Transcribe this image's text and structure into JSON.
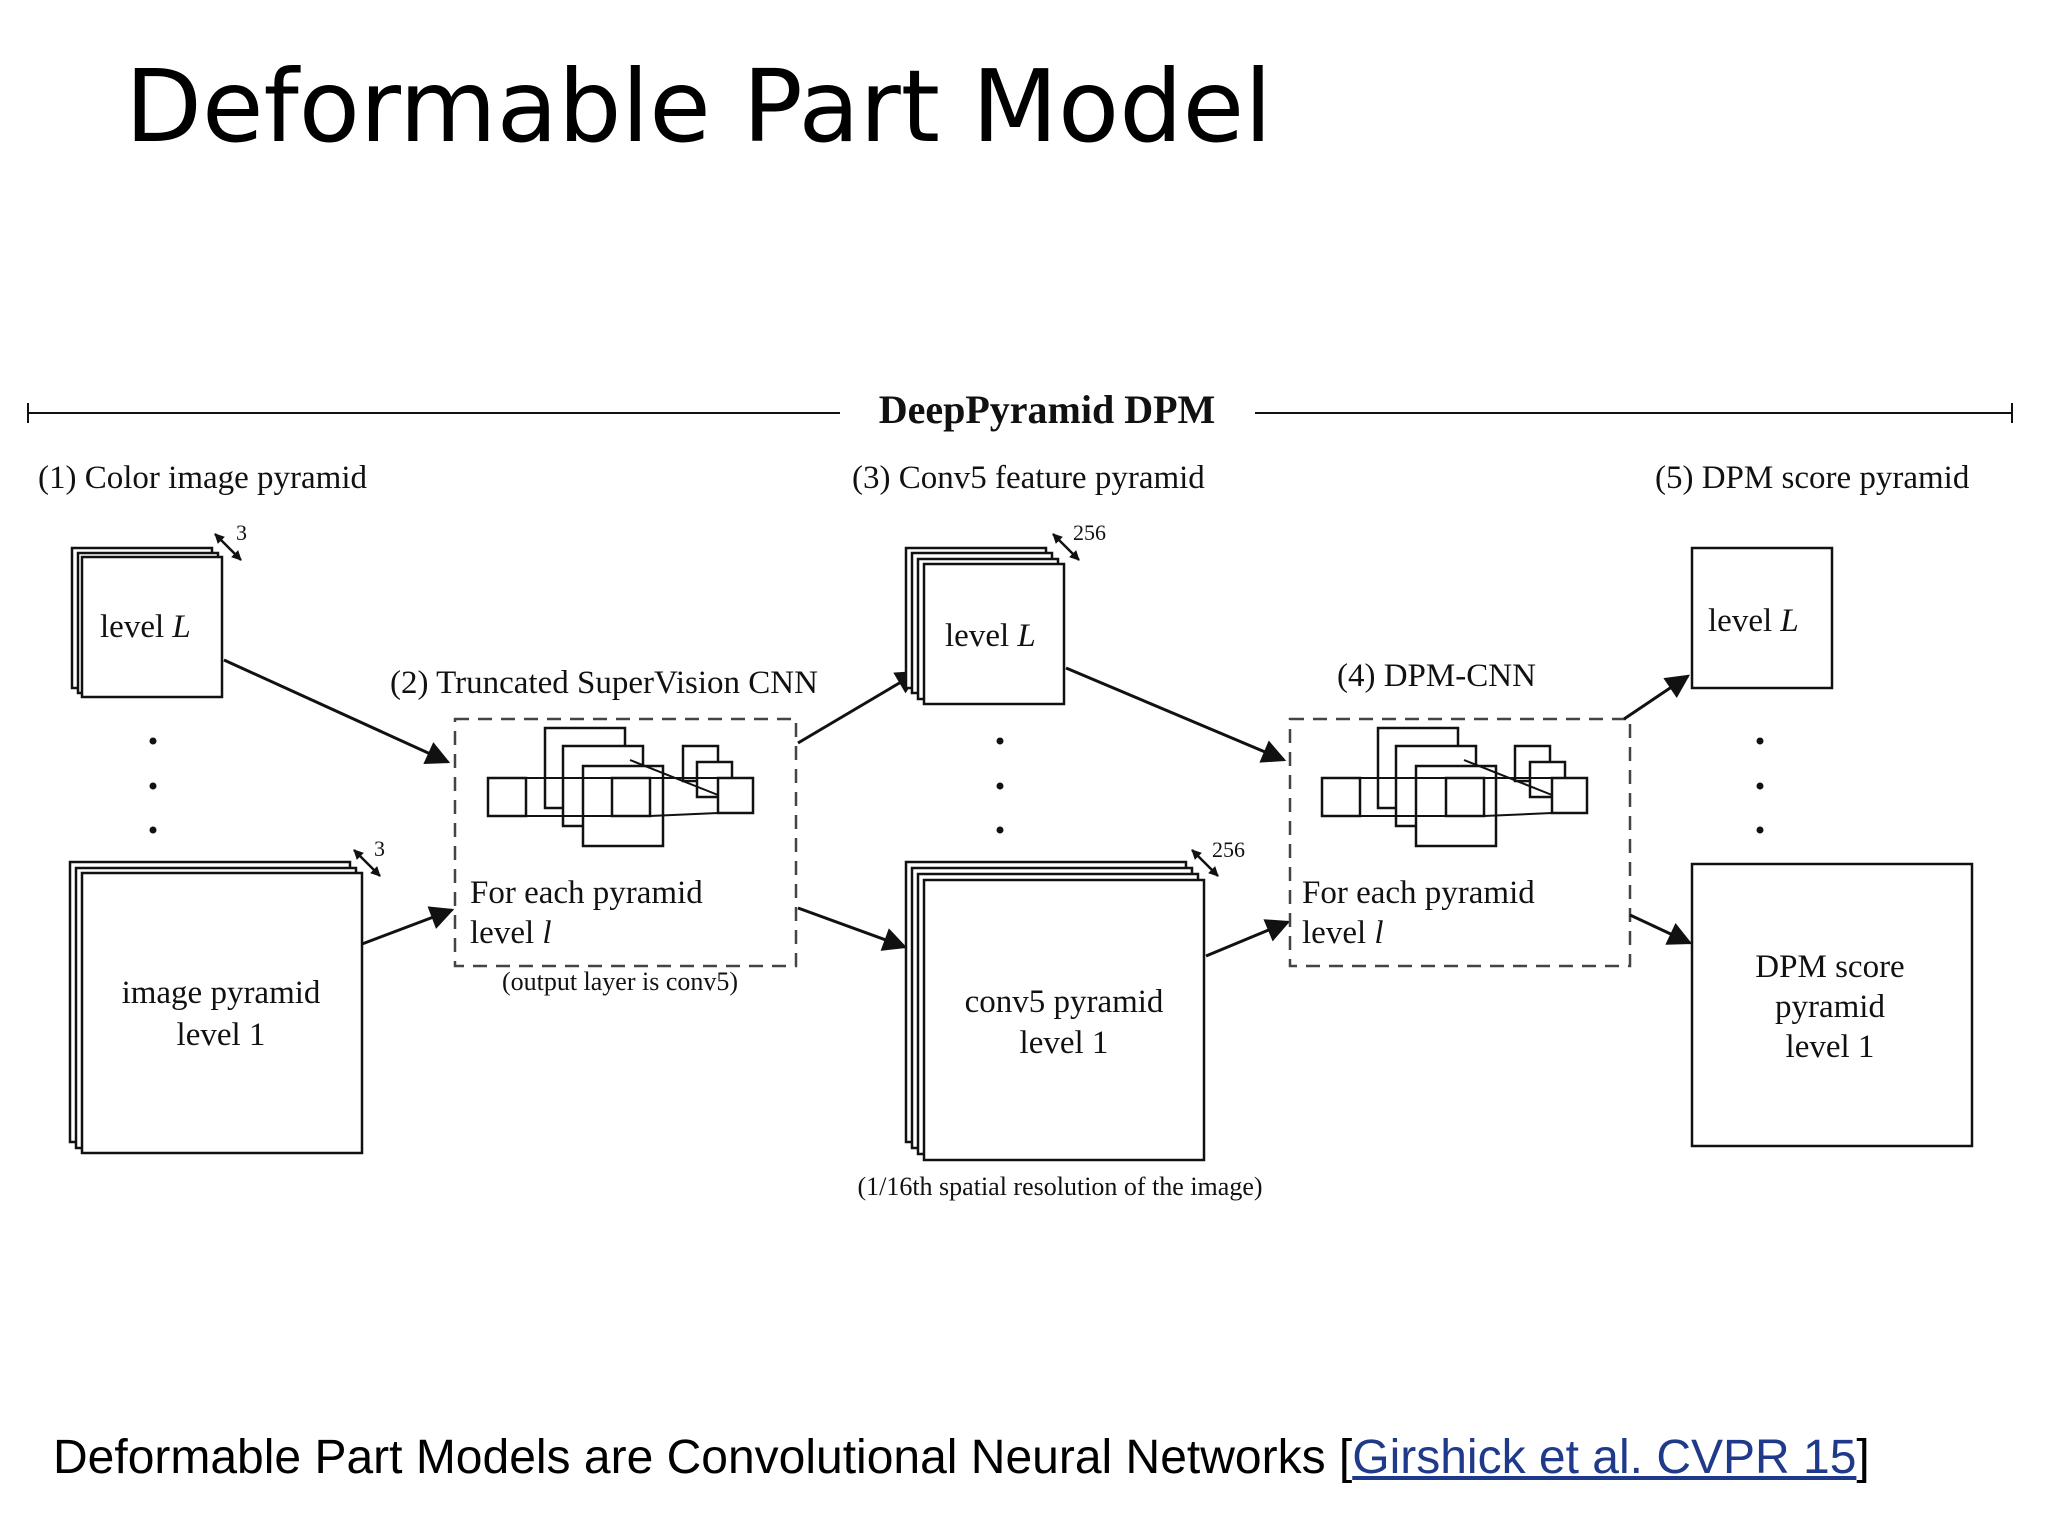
{
  "slide": {
    "title": "Deformable Part Model",
    "caption_text": "Deformable Part Models are Convolutional Neural Networks [",
    "caption_link": "Girshick et al. CVPR 15",
    "caption_end": "]",
    "link_color": "#1f3a8a"
  },
  "diagram": {
    "header": "DeepPyramid DPM",
    "stage1_label": "(1) Color image pyramid",
    "stage2_label": "(2) Truncated SuperVision CNN",
    "stage3_label": "(3) Conv5 feature pyramid",
    "stage4_label": "(4) DPM-CNN",
    "stage5_label": "(5) DPM score pyramid",
    "level_L": "level ",
    "level_L_italic": "L",
    "image_pyramid_line1": "image pyramid",
    "image_pyramid_line2": "level 1",
    "conv5_line1": "conv5 pyramid",
    "conv5_line2": "level 1",
    "dpm_score_line1": "DPM score",
    "dpm_score_line2": "pyramid",
    "dpm_score_line3": "level 1",
    "for_each_line1": "For each pyramid",
    "for_each_line2": "level ",
    "for_each_italic": "l",
    "output_layer_note": "(output layer is conv5)",
    "resolution_note": "(1/16th spatial resolution of the image)",
    "channels_color": "3",
    "channels_conv": "256"
  }
}
